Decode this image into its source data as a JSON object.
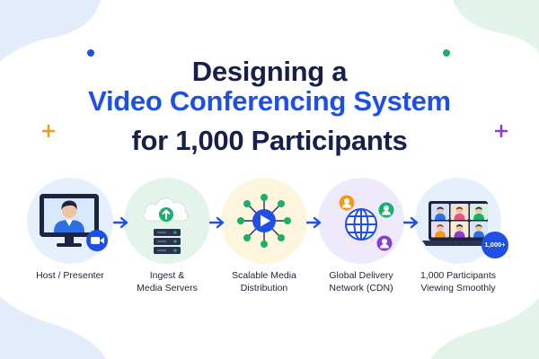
{
  "title": {
    "line1": "Designing a",
    "line2": "Video Conferencing System",
    "line3": "for 1,000 Participants"
  },
  "colors": {
    "navy": "#16204a",
    "blue": "#1e50e6",
    "green": "#19b06a",
    "orange": "#f39a1c",
    "purple": "#8a3fd0",
    "label": "#1d2433"
  },
  "stages": [
    {
      "label_line1": "Host / Presenter",
      "label_line2": "",
      "icon": "presenter-monitor-icon",
      "bg": "#e6f0fc"
    },
    {
      "label_line1": "Ingest &",
      "label_line2": "Media Servers",
      "icon": "media-server-icon",
      "bg": "#e3f5ea"
    },
    {
      "label_line1": "Scalable Media",
      "label_line2": "Distribution",
      "icon": "distribution-hub-icon",
      "bg": "#fdf5dc"
    },
    {
      "label_line1": "Global Delivery",
      "label_line2": "Network (CDN)",
      "icon": "globe-network-icon",
      "bg": "#efeafb"
    },
    {
      "label_line1": "1,000 Participants",
      "label_line2": "Viewing Smoothly",
      "icon": "participants-laptop-icon",
      "bg": "#e6f0fc"
    }
  ],
  "badge": "1,000+"
}
